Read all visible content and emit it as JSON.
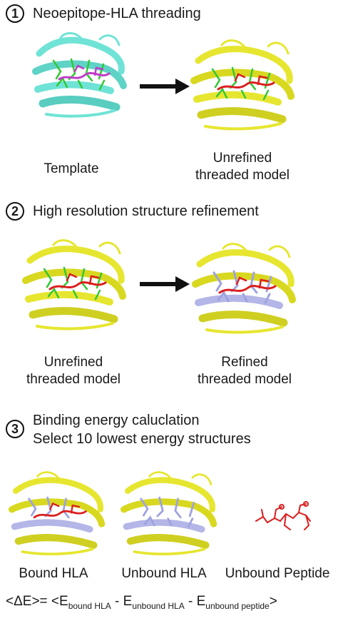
{
  "steps": [
    {
      "number": "1",
      "title": "Neoepitope-HLA threading"
    },
    {
      "number": "2",
      "title": "High resolution structure refinement"
    },
    {
      "number": "3",
      "title_line1": "Binding energy caluclation",
      "title_line2": "Select 10 lowest energy structures"
    }
  ],
  "step1": {
    "left_caption": "Template",
    "right_caption_line1": "Unrefined",
    "right_caption_line2": "threaded model"
  },
  "step2": {
    "left_caption_line1": "Unrefined",
    "left_caption_line2": "threaded model",
    "right_caption_line1": "Refined",
    "right_caption_line2": "threaded model"
  },
  "step3": {
    "captions": [
      "Bound HLA",
      "Unbound HLA",
      "Unbound Peptide"
    ]
  },
  "equation": {
    "prefix": "<ΔE>= <E",
    "sub1": "bound HLA",
    "mid1": " - E",
    "sub2": "unbound HLA",
    "mid2": " - E",
    "sub3": "unbound peptide",
    "suffix": ">"
  },
  "colors": {
    "template_helix": "#6fe3d6",
    "yellow_helix": "#e6e630",
    "sheet_lavender": "#b3b6e6",
    "sidechain_green": "#32c832",
    "peptide_magenta": "#c03cc8",
    "peptide_red": "#dc1e1e",
    "arrow": "#111111"
  }
}
